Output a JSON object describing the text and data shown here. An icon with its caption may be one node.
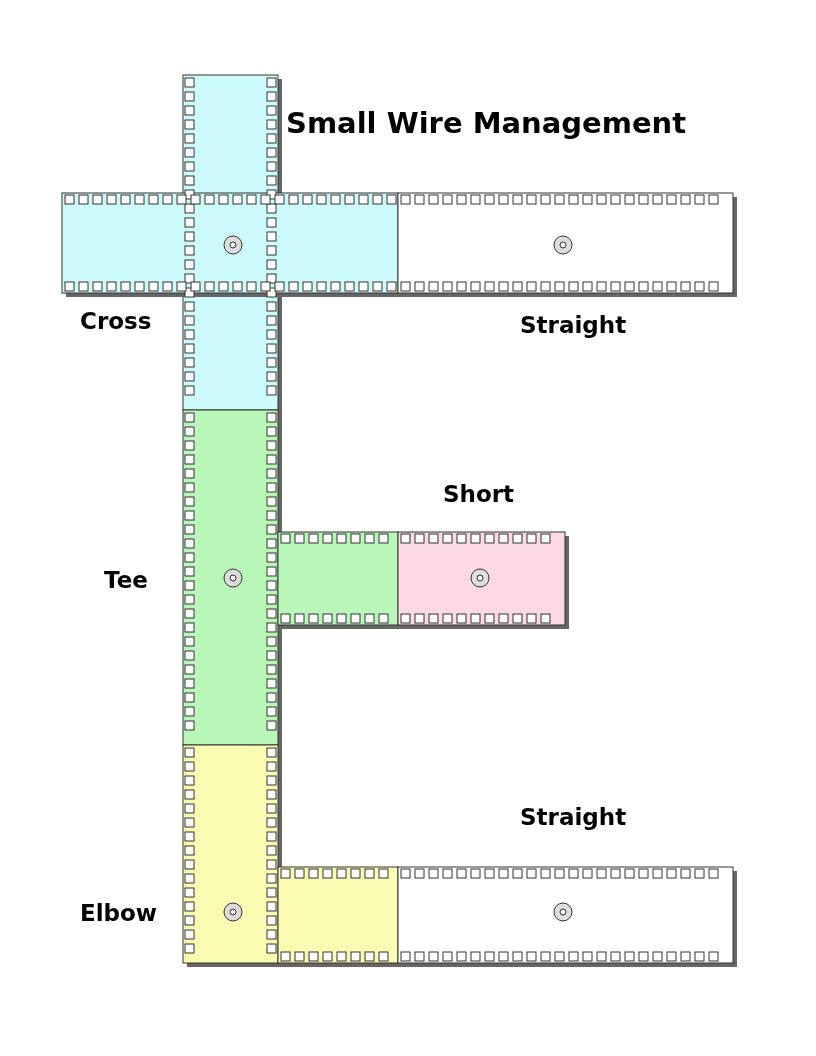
{
  "diagram": {
    "title": "Small Wire Management",
    "labels": [
      "Cross",
      "Straight",
      "Short",
      "Tee",
      "Straight",
      "Elbow"
    ]
  }
}
